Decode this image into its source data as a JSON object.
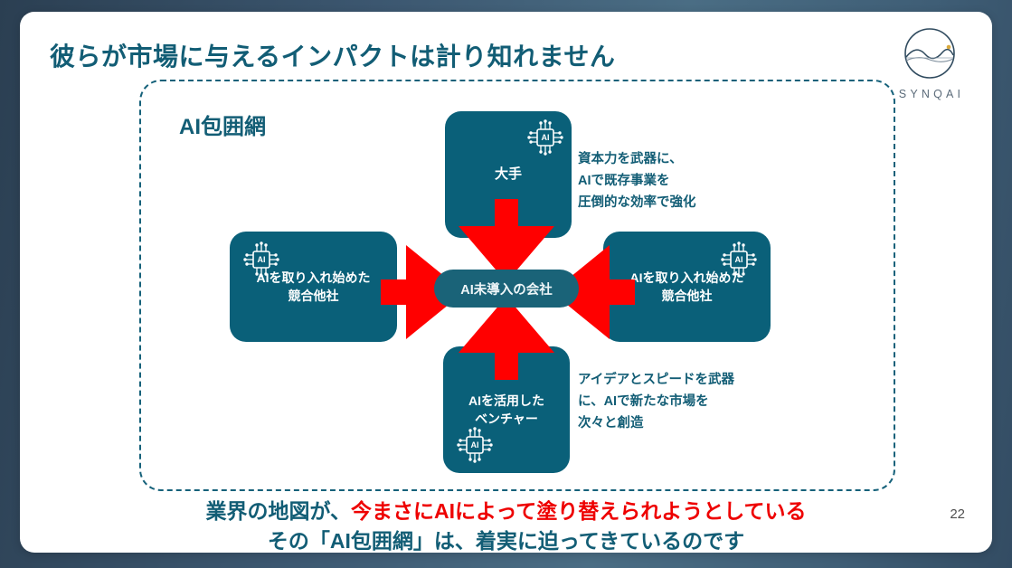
{
  "slide": {
    "title": "彼らが市場に与えるインパクトは計り知れません",
    "page_number": "22"
  },
  "brand": {
    "wordmark": "SYNQAI",
    "logo_icon": "synqai-circle-wave-logo",
    "accent_dot_color": "#d9a93c",
    "mark_color": "#2f4a5e"
  },
  "diagram": {
    "heading": "AI包囲網",
    "frame_border_color": "#15617a",
    "node_color": "#0a6079",
    "arrow_color": "#ff0000",
    "center": {
      "label": "AI未導入の会社",
      "bg_color": "#1a6378"
    },
    "nodes": [
      {
        "id": "node-top",
        "label": "大手",
        "icon": "ai-chip-icon",
        "icon_position": "top-right"
      },
      {
        "id": "node-left",
        "label": "AIを取り入れ始めた\n競合他社",
        "icon": "ai-chip-icon",
        "icon_position": "top-left"
      },
      {
        "id": "node-right",
        "label": "AIを取り入れ始めた\n競合他社",
        "icon": "ai-chip-icon",
        "icon_position": "top-right"
      },
      {
        "id": "node-bottom",
        "label": "AIを活用した\nベンチャー",
        "icon": "ai-chip-icon",
        "icon_position": "bottom-left"
      }
    ],
    "arrows": [
      {
        "id": "arrow-top",
        "direction": "down"
      },
      {
        "id": "arrow-bottom",
        "direction": "up"
      },
      {
        "id": "arrow-left",
        "direction": "right"
      },
      {
        "id": "arrow-right",
        "direction": "left"
      }
    ],
    "callouts": [
      {
        "id": "callout-top",
        "text": "資本力を武器に、\nAIで既存事業を\n圧倒的な効率で強化"
      },
      {
        "id": "callout-bottom",
        "text": "アイデアとスピードを武器\nに、AIで新たな市場を\n次々と創造"
      }
    ]
  },
  "caption": {
    "line1_lead": "業界の地図が、",
    "line1_accent": "今まさにAIによって塗り替えられようとしている",
    "line2": "その「AI包囲網」は、着実に迫ってきているのです",
    "accent_color": "#ee0000",
    "base_color": "#125d75"
  }
}
